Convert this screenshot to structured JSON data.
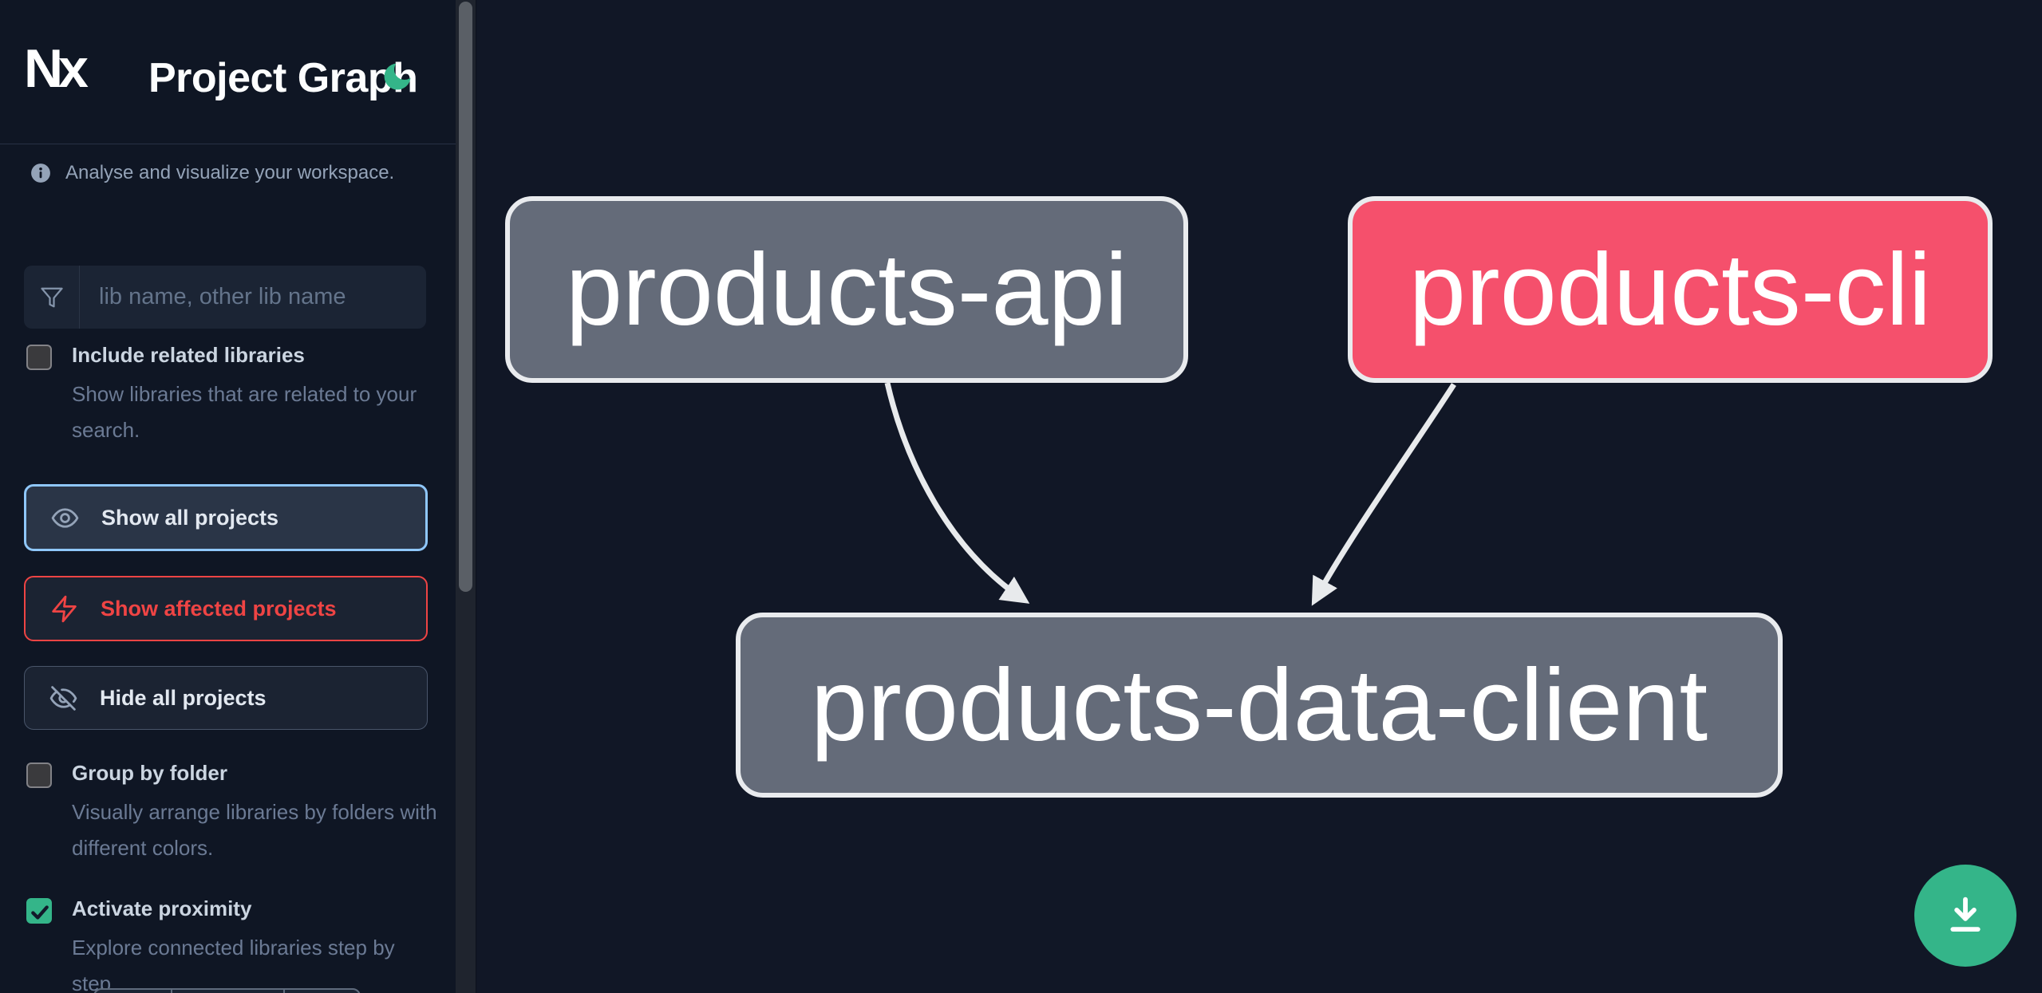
{
  "header": {
    "logo_text": "Nx",
    "title": "Project Graph",
    "theme_icon": "moon-icon"
  },
  "sidebar": {
    "tagline": "Analyse and visualize your workspace.",
    "search": {
      "placeholder": "lib name, other lib name",
      "value": "",
      "icon": "funnel-icon"
    },
    "toggles": [
      {
        "label": "Include related libraries",
        "description": "Show libraries that are related to your search.",
        "checked": false
      },
      {
        "label": "Group by folder",
        "description": "Visually arrange libraries by folders with different colors.",
        "checked": false
      },
      {
        "label": "Activate proximity",
        "description": "Explore connected libraries step by step.",
        "checked": true
      }
    ],
    "actions": [
      {
        "label": "Show all projects",
        "icon": "eye-icon",
        "state": "focused"
      },
      {
        "label": "Show affected projects",
        "icon": "lightning-icon",
        "state": "affected"
      },
      {
        "label": "Hide all projects",
        "icon": "eye-off-icon",
        "state": "default"
      }
    ]
  },
  "graph": {
    "nodes": [
      {
        "label": "products-api",
        "kind": "project"
      },
      {
        "label": "products-cli",
        "kind": "affected-project"
      },
      {
        "label": "products-data-client",
        "kind": "project"
      }
    ],
    "edges": [
      {
        "from": "products-api",
        "to": "products-data-client"
      },
      {
        "from": "products-cli",
        "to": "products-data-client"
      }
    ]
  },
  "fab": {
    "icon": "download-icon"
  },
  "colors": {
    "sidebar_bg": "#0f1624",
    "canvas_bg": "#111726",
    "accent_green": "#34b589",
    "project_node_gray": "#646b79",
    "affected_node_pink": "#f5506c",
    "focus_border_blue": "#8fc7fb",
    "affected_red": "#ef4444",
    "edge_gray": "#e8eaec",
    "label_text": "#cbd5e1",
    "muted_text": "#6b7a94"
  }
}
